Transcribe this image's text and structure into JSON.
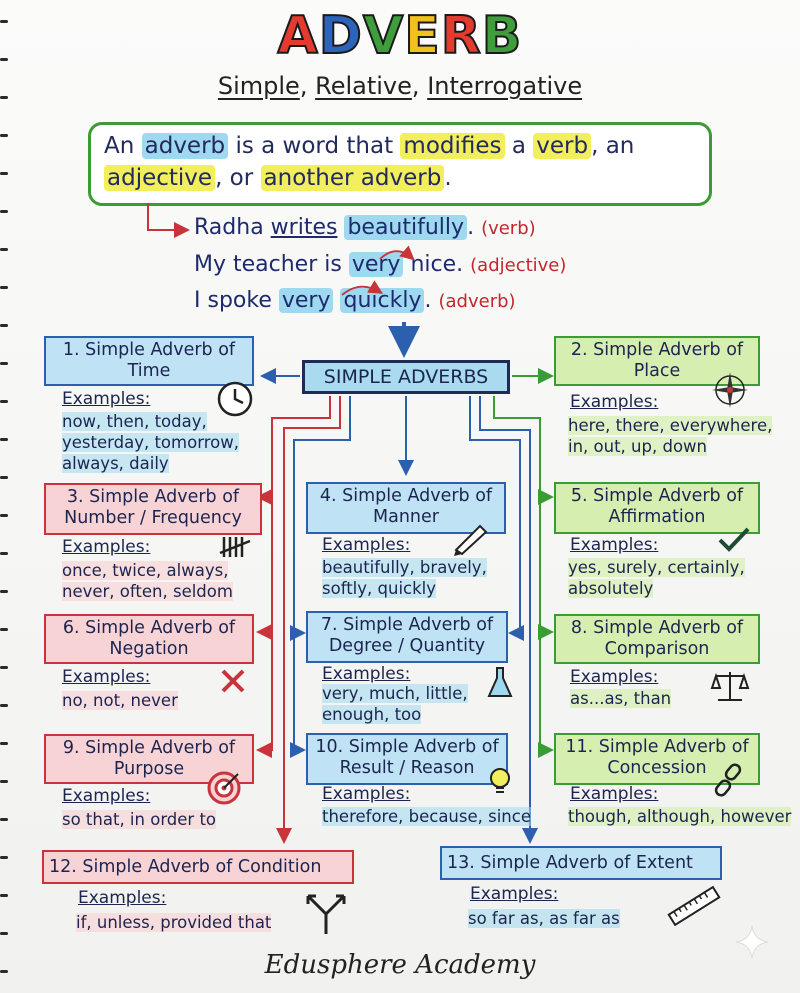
{
  "title": {
    "letters": [
      {
        "ch": "A",
        "color": "#e33b2f"
      },
      {
        "ch": "D",
        "color": "#2d63b8"
      },
      {
        "ch": "V",
        "color": "#3f9d3c"
      },
      {
        "ch": "E",
        "color": "#f1c21b"
      },
      {
        "ch": "R",
        "color": "#e33b2f"
      },
      {
        "ch": "B",
        "color": "#3f9d3c"
      }
    ]
  },
  "subtitle": {
    "simple": "Simple",
    "relative": "Relative",
    "interrogative": "Interrogative",
    "sep": ","
  },
  "definition": {
    "p1": "An",
    "w_adverb": "adverb",
    "p2": "is a word that",
    "w_modifies": "modifies",
    "p3": "a",
    "w_verb": "verb",
    "p4": ", an",
    "w_adjective": "adjective",
    "p5": ", or",
    "w_another": "another adverb",
    "p6": "."
  },
  "examples": [
    {
      "pre": "Radha ",
      "word1": "writes",
      "mid": " ",
      "word2": "beautifully",
      "post": ".",
      "tag": "(verb)"
    },
    {
      "pre": "My teacher is ",
      "word1": "very",
      "mid": " ",
      "word2": "nice",
      "post": ".",
      "tag": "(adjective)"
    },
    {
      "pre": "I spoke ",
      "word1": "very",
      "mid": " ",
      "word2": "quickly",
      "post": ".",
      "tag": "(adverb)"
    }
  ],
  "center_label": "SIMPLE ADVERBS",
  "examples_heading": "Examples:",
  "categories": [
    {
      "title": "1. Simple Adverb of Time",
      "examples": "now, then, today, yesterday, tomorrow, always, daily",
      "icon": "clock-icon"
    },
    {
      "title": "2. Simple Adverb of Place",
      "examples": "here, there, everywhere, in, out, up, down",
      "icon": "compass-icon"
    },
    {
      "title": "3. Simple Adverb of Number / Frequency",
      "examples": "once, twice, always, never, often, seldom",
      "icon": "tally-icon"
    },
    {
      "title": "4. Simple Adverb of Manner",
      "examples": "beautifully, bravely, softly, quickly",
      "icon": "pen-hand-icon"
    },
    {
      "title": "5. Simple Adverb of Affirmation",
      "examples": "yes, surely, certainly, absolutely",
      "icon": "check-icon"
    },
    {
      "title": "6. Simple Adverb of Negation",
      "examples": "no, not, never",
      "icon": "cross-icon"
    },
    {
      "title": "7. Simple Adverb of Degree / Quantity",
      "examples": "very, much, little, enough, too",
      "icon": "flask-icon"
    },
    {
      "title": "8. Simple Adverb of Comparison",
      "examples": "as...as, than",
      "icon": "scales-icon"
    },
    {
      "title": "9. Simple Adverb of Purpose",
      "examples": "so that, in order to",
      "icon": "target-icon"
    },
    {
      "title": "10. Simple Adverb of Result / Reason",
      "examples": "therefore, because, since",
      "icon": "bulb-icon"
    },
    {
      "title": "11. Simple Adverb of Concession",
      "examples": "though, although, however",
      "icon": "chain-icon"
    },
    {
      "title": "12. Simple Adverb of Condition",
      "examples": "if, unless, provided that",
      "icon": "fork-icon"
    },
    {
      "title": "13. Simple Adverb of Extent",
      "examples": "so far as, as far as",
      "icon": "ruler-icon"
    }
  ],
  "footer": "Edusphere Academy",
  "colors": {
    "blue": "#2c5fae",
    "red": "#c9333a",
    "green": "#3b9b34",
    "dark": "#1f2a55"
  }
}
